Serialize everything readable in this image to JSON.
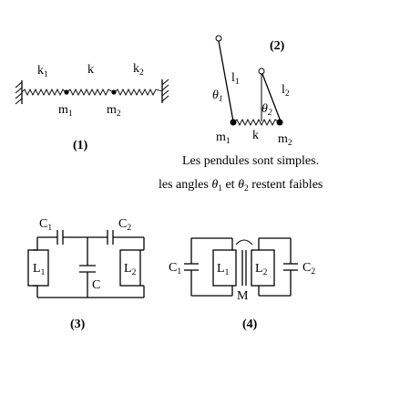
{
  "figure1": {
    "caption": "(1)",
    "k1": {
      "main": "k",
      "sub": "1"
    },
    "k": {
      "main": "k"
    },
    "k2": {
      "main": "k",
      "sub": "2"
    },
    "m1": {
      "main": "m",
      "sub": "1"
    },
    "m2": {
      "main": "m",
      "sub": "2"
    }
  },
  "figure2": {
    "caption": "(2)",
    "l1": {
      "main": "l",
      "sub": "1"
    },
    "l2": {
      "main": "l",
      "sub": "2"
    },
    "theta1": {
      "main": "θ",
      "sub": "1"
    },
    "theta2": {
      "main": "θ",
      "sub": "2"
    },
    "m1": {
      "main": "m",
      "sub": "1"
    },
    "m2": {
      "main": "m",
      "sub": "2"
    },
    "k": {
      "main": "k"
    },
    "note_line1": "Les pendules sont simples.",
    "note_line2": {
      "before": "les angles ",
      "theta": "θ",
      "sub1": "1",
      "middle": " et ",
      "sub2": "2",
      "after": "  restent faibles"
    }
  },
  "figure3": {
    "caption": "(3)",
    "C1": {
      "main": "C",
      "sub": "1"
    },
    "C2": {
      "main": "C",
      "sub": "2"
    },
    "C": {
      "main": "C"
    },
    "L1": {
      "main": "L",
      "sub": "1"
    },
    "L2": {
      "main": "L",
      "sub": "2"
    }
  },
  "figure4": {
    "caption": "(4)",
    "C1": {
      "main": "C",
      "sub": "1"
    },
    "C2": {
      "main": "C",
      "sub": "2"
    },
    "L1": {
      "main": "L",
      "sub": "1"
    },
    "L2": {
      "main": "L",
      "sub": "2"
    },
    "M": {
      "main": "M"
    }
  }
}
